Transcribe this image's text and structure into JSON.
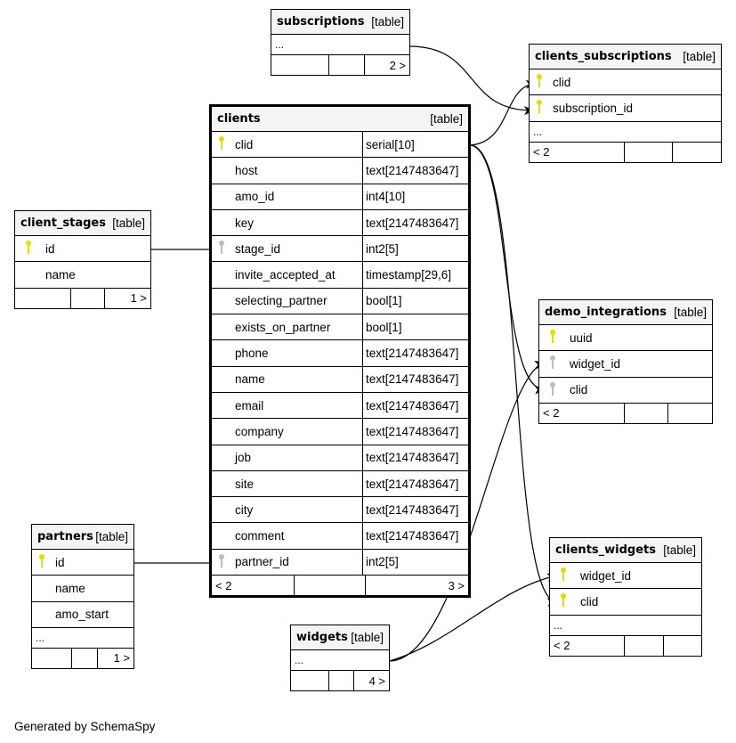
{
  "footer": "Generated by SchemaSpy",
  "tables": {
    "subscriptions": {
      "name": "subscriptions",
      "type": "[table]",
      "ellipsis": "...",
      "footer": [
        "",
        "",
        "2 >"
      ]
    },
    "clients_subscriptions": {
      "name": "clients_subscriptions",
      "type": "[table]",
      "columns": [
        {
          "name": "clid",
          "key": "pk-fk"
        },
        {
          "name": "subscription_id",
          "key": "pk-fk"
        }
      ],
      "ellipsis": "...",
      "footer": [
        "< 2",
        "",
        ""
      ]
    },
    "clients": {
      "name": "clients",
      "type": "[table]",
      "columns": [
        {
          "name": "clid",
          "datatype": "serial[10]",
          "key": "pk"
        },
        {
          "name": "host",
          "datatype": "text[2147483647]",
          "key": ""
        },
        {
          "name": "amo_id",
          "datatype": "int4[10]",
          "key": ""
        },
        {
          "name": "key",
          "datatype": "text[2147483647]",
          "key": ""
        },
        {
          "name": "stage_id",
          "datatype": "int2[5]",
          "key": "fk"
        },
        {
          "name": "invite_accepted_at",
          "datatype": "timestamp[29,6]",
          "key": ""
        },
        {
          "name": "selecting_partner",
          "datatype": "bool[1]",
          "key": ""
        },
        {
          "name": "exists_on_partner",
          "datatype": "bool[1]",
          "key": ""
        },
        {
          "name": "phone",
          "datatype": "text[2147483647]",
          "key": ""
        },
        {
          "name": "name",
          "datatype": "text[2147483647]",
          "key": ""
        },
        {
          "name": "email",
          "datatype": "text[2147483647]",
          "key": ""
        },
        {
          "name": "company",
          "datatype": "text[2147483647]",
          "key": ""
        },
        {
          "name": "job",
          "datatype": "text[2147483647]",
          "key": ""
        },
        {
          "name": "site",
          "datatype": "text[2147483647]",
          "key": ""
        },
        {
          "name": "city",
          "datatype": "text[2147483647]",
          "key": ""
        },
        {
          "name": "comment",
          "datatype": "text[2147483647]",
          "key": ""
        },
        {
          "name": "partner_id",
          "datatype": "int2[5]",
          "key": "fk"
        }
      ],
      "footer": [
        "< 2",
        "",
        "3 >"
      ]
    },
    "client_stages": {
      "name": "client_stages",
      "type": "[table]",
      "columns": [
        {
          "name": "id",
          "key": "pk"
        },
        {
          "name": "name",
          "key": ""
        }
      ],
      "footer": [
        "",
        "",
        "1 >"
      ]
    },
    "demo_integrations": {
      "name": "demo_integrations",
      "type": "[table]",
      "columns": [
        {
          "name": "uuid",
          "key": "pk"
        },
        {
          "name": "widget_id",
          "key": "fk"
        },
        {
          "name": "clid",
          "key": "fk"
        }
      ],
      "footer": [
        "< 2",
        "",
        ""
      ]
    },
    "partners": {
      "name": "partners",
      "type": "[table]",
      "columns": [
        {
          "name": "id",
          "key": "pk"
        },
        {
          "name": "name",
          "key": ""
        },
        {
          "name": "amo_start",
          "key": ""
        }
      ],
      "ellipsis": "...",
      "footer": [
        "",
        "",
        "1 >"
      ]
    },
    "clients_widgets": {
      "name": "clients_widgets",
      "type": "[table]",
      "columns": [
        {
          "name": "widget_id",
          "key": "pk-fk"
        },
        {
          "name": "clid",
          "key": "pk-fk"
        }
      ],
      "ellipsis": "...",
      "footer": [
        "< 2",
        "",
        ""
      ]
    },
    "widgets": {
      "name": "widgets",
      "type": "[table]",
      "ellipsis": "...",
      "footer": [
        "",
        "",
        "4 >"
      ]
    }
  },
  "relationships": [
    {
      "from": "subscriptions",
      "to": "clients_subscriptions.subscription_id"
    },
    {
      "from": "clients.clid",
      "to": "clients_subscriptions.clid"
    },
    {
      "from": "clients.clid",
      "to": "demo_integrations.clid"
    },
    {
      "from": "clients.clid",
      "to": "clients_widgets.clid"
    },
    {
      "from": "client_stages.id",
      "to": "clients.stage_id"
    },
    {
      "from": "partners.id",
      "to": "clients.partner_id"
    },
    {
      "from": "widgets",
      "to": "demo_integrations.widget_id"
    },
    {
      "from": "widgets",
      "to": "clients_widgets.widget_id"
    }
  ]
}
